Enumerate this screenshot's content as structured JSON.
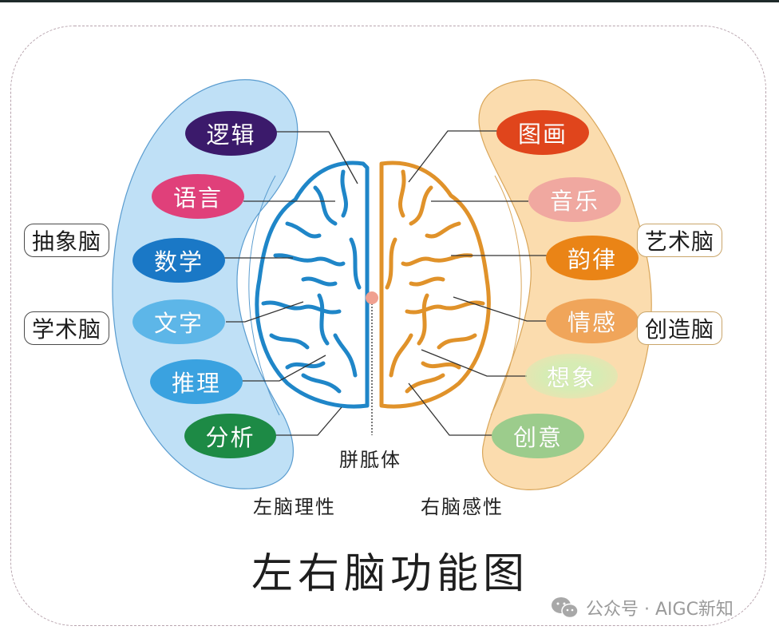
{
  "title": "左右脑功能图",
  "left_brain": {
    "caption": "左脑理性",
    "color": "#1f86c8",
    "band_color": "#bfe0f6",
    "tags": [
      "抽象脑",
      "学术脑"
    ],
    "functions": [
      {
        "label": "逻辑",
        "color": "#3b1a6b"
      },
      {
        "label": "语言",
        "color": "#e0407a"
      },
      {
        "label": "数学",
        "color": "#1a78c6"
      },
      {
        "label": "文字",
        "color": "#5db6e8"
      },
      {
        "label": "推理",
        "color": "#3aa2e0"
      },
      {
        "label": "分析",
        "color": "#1d8a45"
      }
    ]
  },
  "right_brain": {
    "caption": "右脑感性",
    "color": "#e0922a",
    "band_color": "#fbdcae",
    "tags": [
      "艺术脑",
      "创造脑"
    ],
    "functions": [
      {
        "label": "图画",
        "color": "#e0451c"
      },
      {
        "label": "音乐",
        "color": "#f0a8a0"
      },
      {
        "label": "韵律",
        "color": "#ea8416"
      },
      {
        "label": "情感",
        "color": "#f0a55a"
      },
      {
        "label": "想象",
        "color": "#d6ecb4"
      },
      {
        "label": "创意",
        "color": "#9ccc8c"
      }
    ]
  },
  "corpus_callosum": {
    "label": "胼胝体",
    "dot_color": "#f0a090"
  },
  "watermark": {
    "text": "公众号 · AIGC新知"
  }
}
